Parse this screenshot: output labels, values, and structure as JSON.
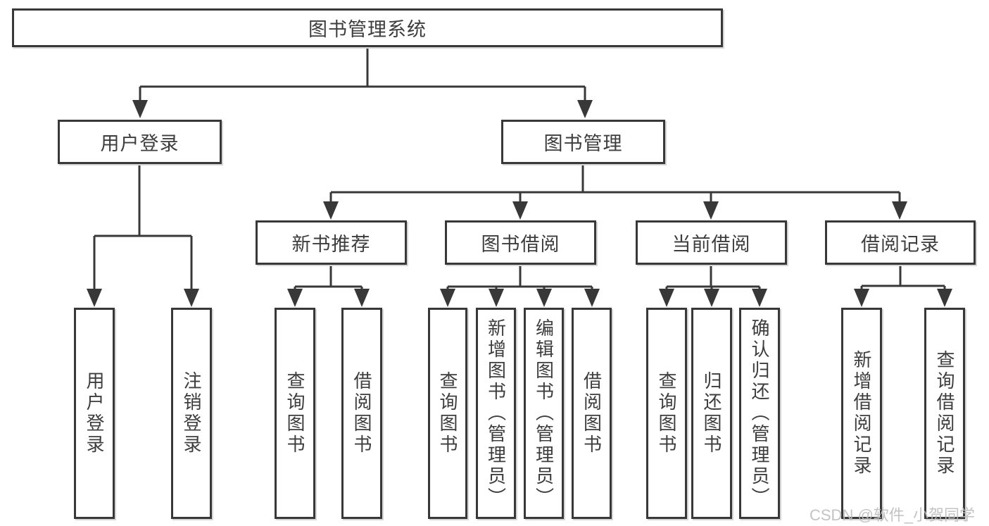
{
  "diagram": {
    "root": {
      "label": "图书管理系统"
    },
    "level2": [
      {
        "label": "用户登录"
      },
      {
        "label": "图书管理"
      }
    ],
    "level3": [
      {
        "label": "新书推荐",
        "parent": "图书管理"
      },
      {
        "label": "图书借阅",
        "parent": "图书管理"
      },
      {
        "label": "当前借阅",
        "parent": "图书管理"
      },
      {
        "label": "借阅记录",
        "parent": "图书管理"
      }
    ],
    "level4": [
      {
        "label": "用户登录",
        "parent": "用户登录"
      },
      {
        "label": "注销登录",
        "parent": "用户登录"
      },
      {
        "label": "查询图书",
        "parent": "新书推荐"
      },
      {
        "label": "借阅图书",
        "parent": "新书推荐"
      },
      {
        "label": "查询图书",
        "parent": "图书借阅"
      },
      {
        "label": "新增图书（管理员）",
        "parent": "图书借阅"
      },
      {
        "label": "编辑图书（管理员）",
        "parent": "图书借阅"
      },
      {
        "label": "借阅图书",
        "parent": "图书借阅"
      },
      {
        "label": "查询图书",
        "parent": "当前借阅"
      },
      {
        "label": "归还图书",
        "parent": "当前借阅"
      },
      {
        "label": "确认归还（管理员）",
        "parent": "当前借阅"
      },
      {
        "label": "新增借阅记录",
        "parent": "借阅记录"
      },
      {
        "label": "查询借阅记录",
        "parent": "借阅记录"
      }
    ]
  },
  "watermark": {
    "text": "CSDN @软件_小贺同学"
  },
  "colors": {
    "line": "#383838",
    "box_border": "#383838",
    "text": "#3d3d3d",
    "watermark": "#bdbdbd",
    "background": "#ffffff"
  }
}
